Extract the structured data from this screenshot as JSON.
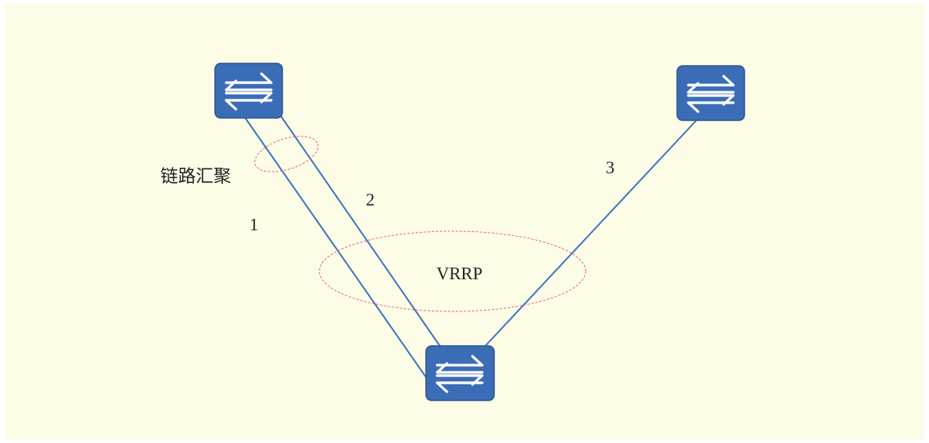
{
  "diagram": {
    "colors": {
      "background": "#fdfce6",
      "link": "#3b78c0",
      "device_fill": "#3a6db6",
      "device_stroke": "#2b5590",
      "icon_arrows": "#ffffff",
      "dashed_ellipse": "#e36a82",
      "text": "#222222"
    },
    "devices": [
      {
        "id": "switch-top-left",
        "icon": "switch-arrows-icon"
      },
      {
        "id": "switch-top-right",
        "icon": "switch-arrows-icon"
      },
      {
        "id": "switch-bottom",
        "icon": "switch-arrows-icon"
      }
    ],
    "links": [
      {
        "label": "1"
      },
      {
        "label": "2"
      },
      {
        "label": "3"
      }
    ],
    "annotations": {
      "link_aggregation": "链路汇聚",
      "vrrp": "VRRP"
    }
  }
}
